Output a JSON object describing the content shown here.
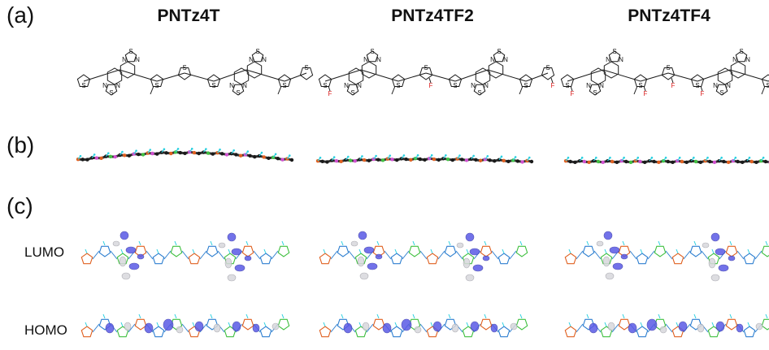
{
  "panels": {
    "a": "(a)",
    "b": "(b)",
    "c": "(c)"
  },
  "columns": [
    {
      "title": "PNTz4T"
    },
    {
      "title": "PNTz4TF2"
    },
    {
      "title": "PNTz4TF4"
    }
  ],
  "orbitals": {
    "lumo": "LUMO",
    "homo": "HOMO"
  },
  "atom_labels": {
    "sulfur": "S",
    "nitrogen": "N",
    "fluorine": "F"
  },
  "colors": {
    "sulfur_side": "#e06020",
    "carbon": "#1a1a1a",
    "hydrogen": "#2ad0e0",
    "nitrogen": "#4040c0",
    "fluorine_side": "#d050d0",
    "orbital_pos": "#5a5ae6",
    "orbital_neg": "#d8d8dc",
    "bond_green": "#40c040",
    "fluorine_red": "#dd2222"
  }
}
